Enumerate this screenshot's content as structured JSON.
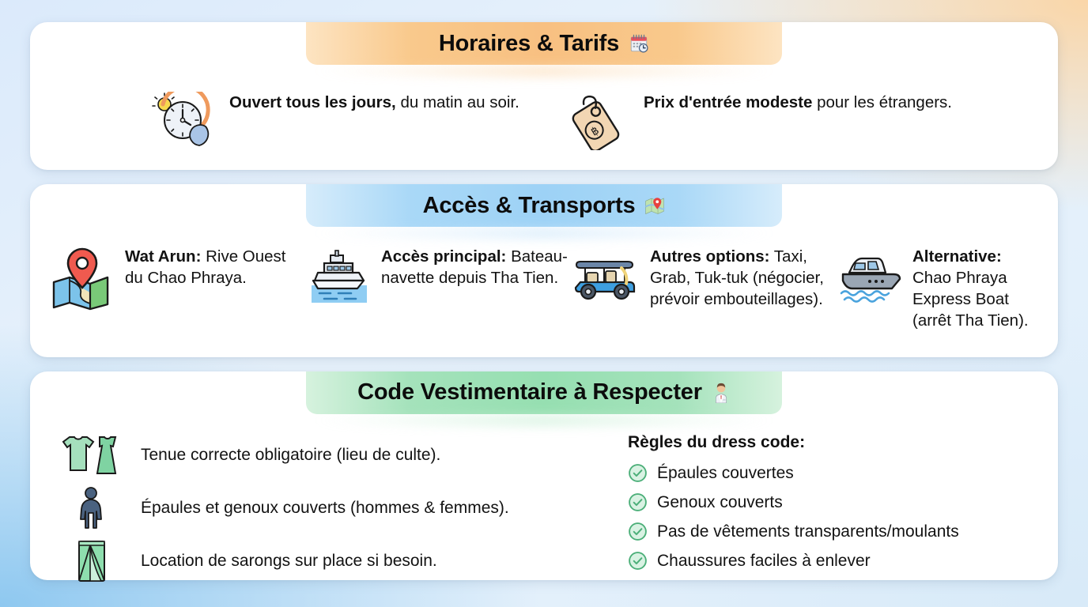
{
  "background": {
    "accent_top_right": "#fad6a8",
    "accent_bottom_left": "#8ec8f0",
    "base": "#dbeafb"
  },
  "cards": [
    {
      "id": "horaires-tarifs",
      "banner": {
        "title": "Horaires & Tarifs",
        "emoji": "📅",
        "emoji_name": "calendar-clock-icon",
        "color": "#f8c081"
      },
      "items": [
        {
          "icon_name": "clock-sun-moon-icon",
          "bold": "Ouvert tous les jours,",
          "rest": " du matin au soir."
        },
        {
          "icon_name": "price-tag-icon",
          "bold": "Prix d'entrée modeste",
          "rest": " pour les étrangers."
        }
      ]
    },
    {
      "id": "acces-transports",
      "banner": {
        "title": "Accès & Transports",
        "emoji": "🗺️",
        "emoji_name": "map-pin-icon",
        "color": "#9dd2f6"
      },
      "items": [
        {
          "icon_name": "map-location-pin-icon",
          "bold": "Wat Arun:",
          "rest": " Rive Ouest du Chao Phraya."
        },
        {
          "icon_name": "ferry-boat-icon",
          "bold": "Accès principal:",
          "rest": " Bateau-navette depuis Tha Tien."
        },
        {
          "icon_name": "tuk-tuk-icon",
          "bold": "Autres options:",
          "rest": " Taxi, Grab, Tuk-tuk (négocier, prévoir embouteillages)."
        },
        {
          "icon_name": "express-boat-icon",
          "bold": "Alternative:",
          "rest": " Chao Phraya Express Boat (arrêt Tha Tien)."
        }
      ]
    },
    {
      "id": "code-vestimentaire",
      "banner": {
        "title": "Code Vestimentaire à Respecter",
        "emoji": "👨‍⚕️",
        "emoji_name": "person-in-attire-icon",
        "color": "#96dfb1"
      },
      "left_items": [
        {
          "icon_name": "tshirt-dress-icon",
          "text": "Tenue correcte obligatoire (lieu de culte)."
        },
        {
          "icon_name": "person-standing-icon",
          "text": "Épaules et genoux couverts (hommes & femmes)."
        },
        {
          "icon_name": "sarong-icon",
          "text": "Location de sarongs sur place si besoin."
        }
      ],
      "rules_heading": "Règles du dress code:",
      "rules": [
        {
          "icon_name": "check-circle-icon",
          "label": "Épaules couvertes"
        },
        {
          "icon_name": "check-circle-icon",
          "label": "Genoux couverts"
        },
        {
          "icon_name": "check-circle-icon",
          "label": "Pas de vêtements transparents/moulants"
        },
        {
          "icon_name": "check-circle-icon",
          "label": "Chaussures faciles à enlever"
        }
      ],
      "check_color": "#4caf79"
    }
  ]
}
